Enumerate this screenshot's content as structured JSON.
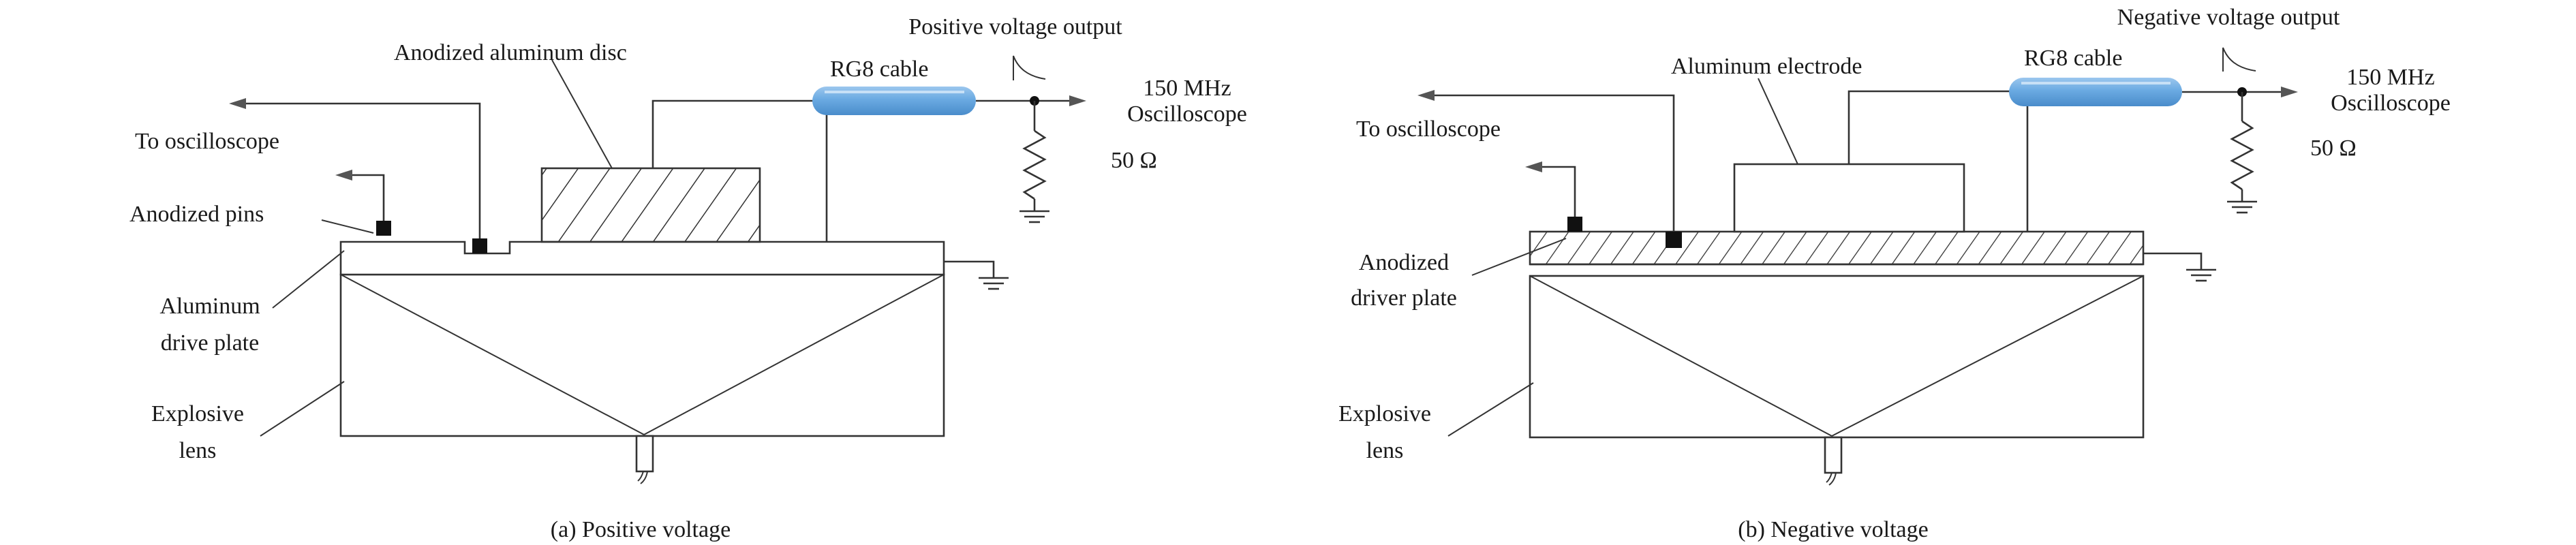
{
  "panel_a": {
    "caption": "(a) Positive voltage",
    "labels": {
      "output": "Positive voltage output",
      "electrode": "Anodized aluminum disc",
      "cable": "RG8 cable",
      "scope_line1": "150 MHz",
      "scope_line2": "Oscilloscope",
      "resistor": "50 Ω",
      "to_scope": "To oscilloscope",
      "pins": "Anodized pins",
      "plate_line1": "Aluminum",
      "plate_line2": "drive plate",
      "lens_line1": "Explosive",
      "lens_line2": "lens"
    }
  },
  "panel_b": {
    "caption": "(b) Negative voltage",
    "labels": {
      "output": "Negative voltage output",
      "electrode": "Aluminum electrode",
      "cable": "RG8 cable",
      "scope_line1": "150 MHz",
      "scope_line2": "Oscilloscope",
      "resistor": "50 Ω",
      "to_scope": "To oscilloscope",
      "plate_line1": "Anodized",
      "plate_line2": "driver plate",
      "lens_line1": "Explosive",
      "lens_line2": "lens"
    }
  },
  "colors": {
    "cable": "#5b9bd5",
    "cable_highlight": "#9cc7ee",
    "line": "#333333",
    "pin": "#111111"
  }
}
